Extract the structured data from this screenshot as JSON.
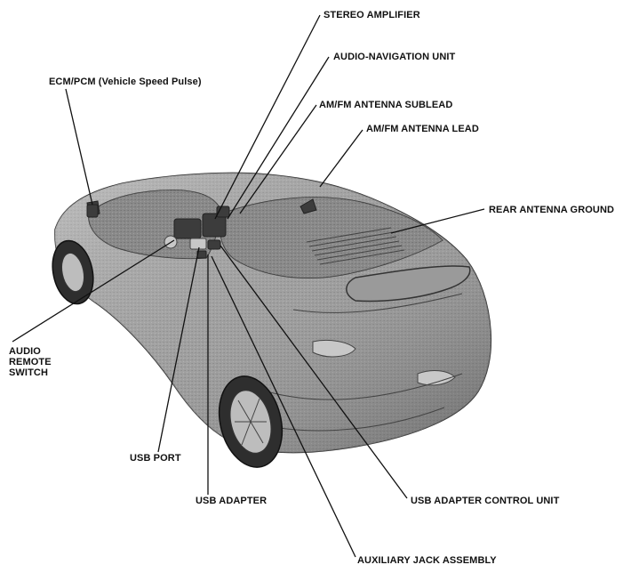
{
  "labels": {
    "stereo_amplifier": "STEREO AMPLIFIER",
    "audio_navigation_unit": "AUDIO-NAVIGATION UNIT",
    "am_fm_antenna_sublead": "AM/FM ANTENNA SUBLEAD",
    "am_fm_antenna_lead": "AM/FM ANTENNA LEAD",
    "ecm_pcm": "ECM/PCM (Vehicle Speed Pulse)",
    "rear_antenna_ground": "REAR ANTENNA GROUND",
    "audio_remote_switch": [
      "AUDIO",
      "REMOTE",
      "SWITCH"
    ],
    "usb_port": "USB PORT",
    "usb_adapter": "USB ADAPTER",
    "usb_adapter_control_unit": "USB ADAPTER CONTROL UNIT",
    "auxiliary_jack_assembly": "AUXILIARY JACK ASSEMBLY"
  }
}
